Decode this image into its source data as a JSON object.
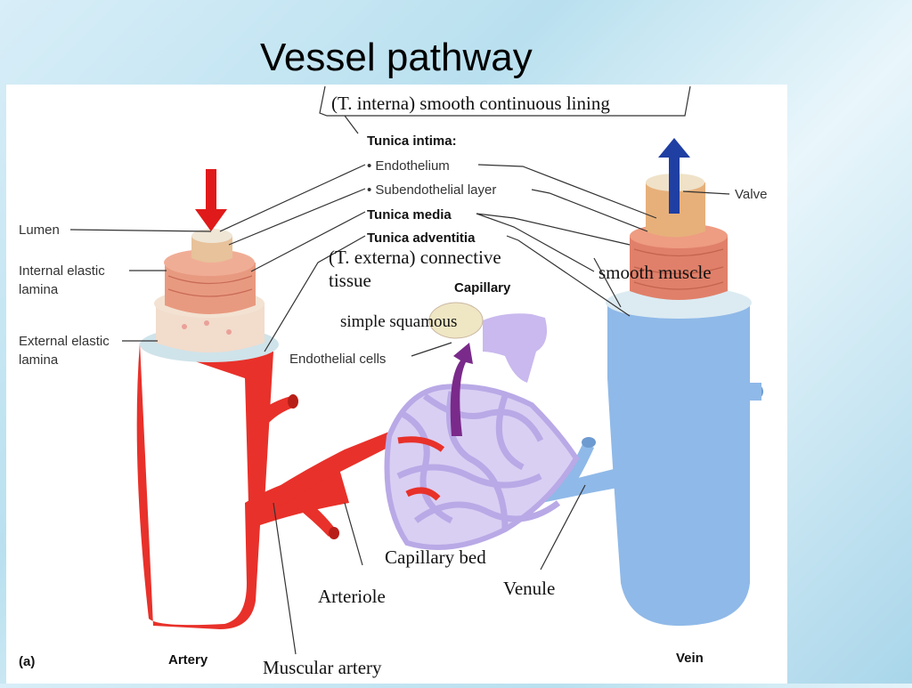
{
  "title": "Vessel pathway",
  "labels": {
    "t_interna": "(T. interna) smooth continuous lining",
    "tunica_intima": "Tunica intima:",
    "endothelium": "• Endothelium",
    "subendothelial": "• Subendothelial layer",
    "tunica_media": "Tunica media",
    "tunica_adventitia": "Tunica adventitia",
    "t_externa_1": "(T. externa) connective",
    "t_externa_2": "tissue",
    "capillary": "Capillary",
    "simple_squamous": "simple squamous",
    "endothelial_cells": "Endothelial cells",
    "smooth_muscle": "smooth muscle",
    "valve": "Valve",
    "lumen": "Lumen",
    "internal_elastic_1": "Internal elastic",
    "internal_elastic_2": "lamina",
    "external_elastic_1": "External elastic",
    "external_elastic_2": "lamina",
    "capillary_bed": "Capillary bed",
    "arteriole": "Arteriole",
    "venule": "Venule",
    "panel_letter": "(a)",
    "artery": "Artery",
    "muscular_artery": "Muscular artery",
    "vein": "Vein"
  },
  "colors": {
    "artery": "#e8312a",
    "vein": "#8fb9e8",
    "capillary_blue": "#b9a9e6",
    "muscle": "#e0806a",
    "flow_in_arrow": "#e01a1a",
    "flow_out_arrow": "#1f3fa3",
    "capillary_arrow": "#7a2a8a"
  }
}
